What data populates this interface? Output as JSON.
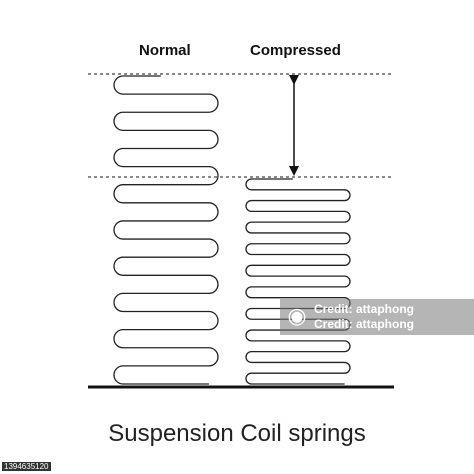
{
  "labels": {
    "normal": "Normal",
    "compressed": "Compressed"
  },
  "caption": "Suspension Coil springs",
  "watermark": {
    "line1": "Credit: attaphong",
    "line2": "Credit: attaphong"
  },
  "asset_id": "1394635120",
  "springs": {
    "normal_coils": 17,
    "compressed_coils": 19
  },
  "colors": {
    "stroke": "#222222",
    "ground": "#111111"
  }
}
